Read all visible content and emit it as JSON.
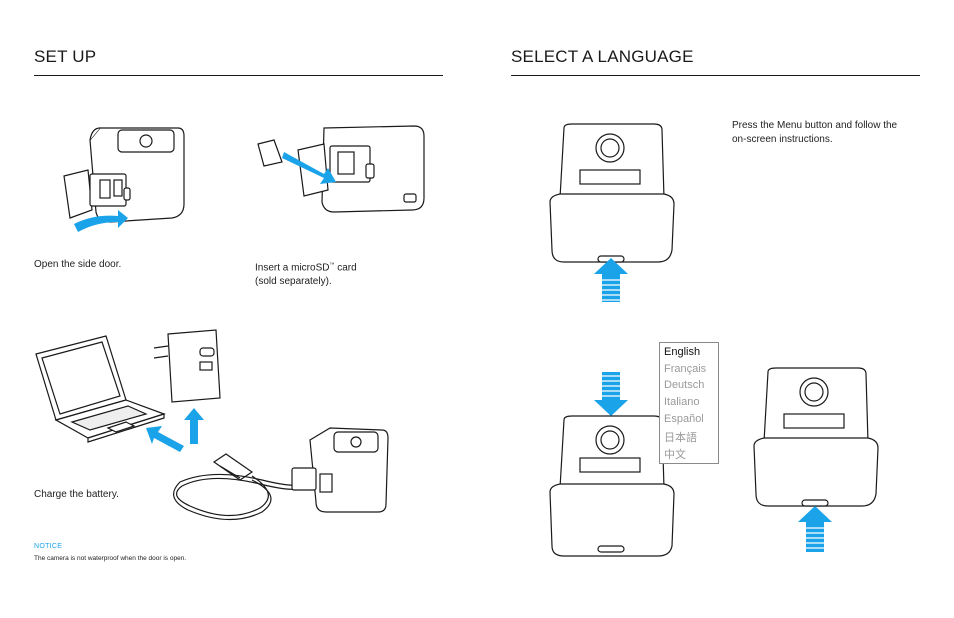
{
  "left": {
    "heading": "SET UP",
    "steps": [
      {
        "caption": "Open the side door."
      },
      {
        "caption_line1": "Insert a microSD",
        "tm": "™",
        "caption_line1b": " card",
        "caption_line2": "(sold separately)."
      },
      {
        "caption": "Charge the battery."
      }
    ],
    "notice": {
      "title": "NOTICE",
      "text": "The camera is not waterproof when the door is open."
    }
  },
  "right": {
    "heading": "SELECT A LANGUAGE",
    "instruction_line1": "Press the Menu button and follow the",
    "instruction_line2": "on-screen instructions.",
    "languages": [
      "English",
      "Français",
      "Deutsch",
      "Italiano",
      "Español",
      "日本語",
      "中文"
    ],
    "selected_language": "English"
  },
  "colors": {
    "arrow": "#1aa3e8",
    "ink": "#1a1a1a",
    "muted": "#9a9a9a"
  },
  "icons": [
    "camera-door-open-icon",
    "microsd-insert-icon",
    "laptop-icon",
    "wall-charger-icon",
    "usb-cable-icon",
    "camera-front-icon",
    "press-arrow-icon"
  ]
}
